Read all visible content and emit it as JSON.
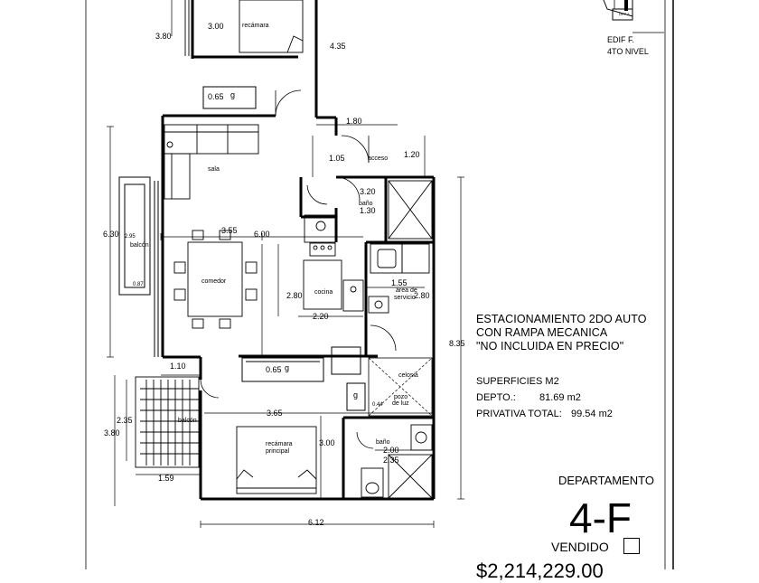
{
  "building": {
    "name": "EDIF F.",
    "level": "4TO NIVEL",
    "plan_tag": "DPP 3"
  },
  "rooms": {
    "recamara": "recámara",
    "sala": "sala",
    "acceso": "acceso",
    "bano": "baño",
    "balcon": "balcón",
    "comedor": "comedor",
    "cocina": "cocina",
    "area_servicio_1": "área de",
    "area_servicio_2": "servicio",
    "celosia": "celosia",
    "pozo_1": "pozo",
    "pozo_2": "de luz",
    "recamara_principal_1": "recámara",
    "recamara_principal_2": "principal"
  },
  "dimensions": {
    "d_380_top": "3.80",
    "d_300_top": "3.00",
    "d_435": "4.35",
    "d_065_a": "0.65",
    "d_180": "1.80",
    "d_105": "1.05",
    "d_120": "1.20",
    "d_320": "3.20",
    "d_130": "1.30",
    "d_630": "6.30",
    "d_295": "2.95",
    "d_355": "3.55",
    "d_600": "6.00",
    "d_087": "0.87",
    "d_155": "1.55",
    "d_280_a": "2.80",
    "d_280_b": "2.80",
    "d_220": "2.20",
    "d_835": "8.35",
    "d_110": "1.10",
    "d_065_b": "0.65",
    "d_044": "0.44",
    "d_365": "3.65",
    "d_235_left": "2.35",
    "d_380_bottom": "3.80",
    "d_300_bottom": "3.00",
    "d_200": "2.00",
    "d_235_right": "2.35",
    "d_159": "1.59",
    "d_612": "6.12"
  },
  "closet_mark": "g",
  "parking_note": {
    "line1": "ESTACIONAMIENTO 2DO AUTO",
    "line2": "CON RAMPA MECANICA",
    "line3": "\"NO INCLUIDA EN PRECIO\""
  },
  "areas": {
    "title": "SUPERFICIES M2",
    "depto_label": "DEPTO.:",
    "depto_value": "81.69 m2",
    "privativa_label": "PRIVATIVA TOTAL:",
    "privativa_value": "99.54 m2"
  },
  "unit": {
    "label": "DEPARTAMENTO",
    "number": "4-F",
    "status": "VENDIDO",
    "price": "$2,214,229.00"
  }
}
